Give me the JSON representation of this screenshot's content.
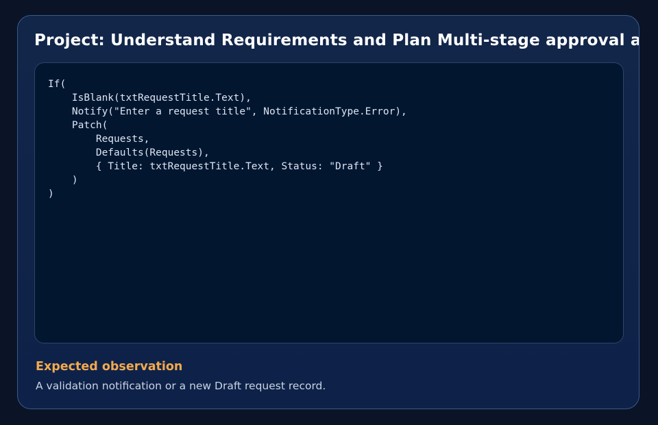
{
  "header": {
    "title": "Project: Understand Requirements and Plan Multi-stage approval app"
  },
  "code_block": {
    "code": "If(\n    IsBlank(txtRequestTitle.Text),\n    Notify(\"Enter a request title\", NotificationType.Error),\n    Patch(\n        Requests,\n        Defaults(Requests),\n        { Title: txtRequestTitle.Text, Status: \"Draft\" }\n    )\n)"
  },
  "observation": {
    "heading": "Expected observation",
    "text": "A validation notification or a new Draft request record."
  },
  "colors": {
    "page_background": "#0a1426",
    "card_background": "#12264a",
    "card_border": "#3a5a88",
    "code_background": "#021630",
    "accent_heading": "#f2a94e",
    "title_text": "#ffffff"
  }
}
